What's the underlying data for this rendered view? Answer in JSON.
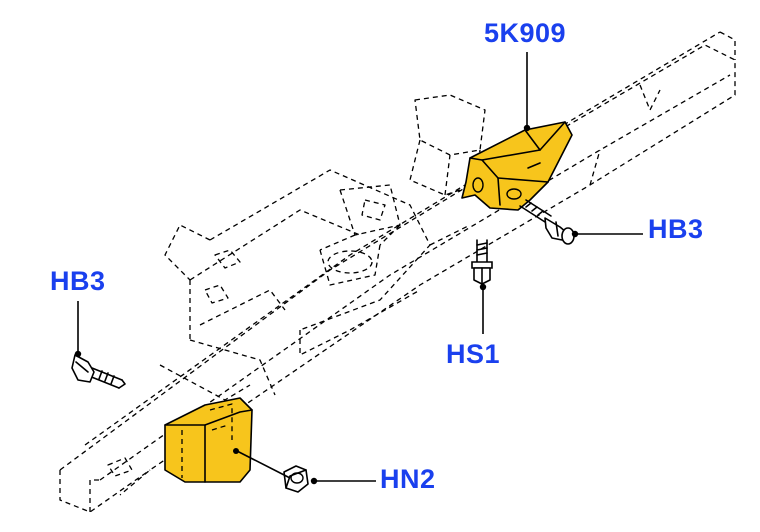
{
  "colors": {
    "callout_text": "#1a40ee",
    "part_fill": "#f7c51c",
    "line": "#000000",
    "background": "#ffffff"
  },
  "callouts": {
    "bracket": "5K909",
    "bolt_right": "HB3",
    "bolt_left": "HB3",
    "stud_bolt": "HS1",
    "nut": "HN2"
  },
  "parts": {
    "highlighted": [
      "bracket",
      "insulator"
    ]
  }
}
